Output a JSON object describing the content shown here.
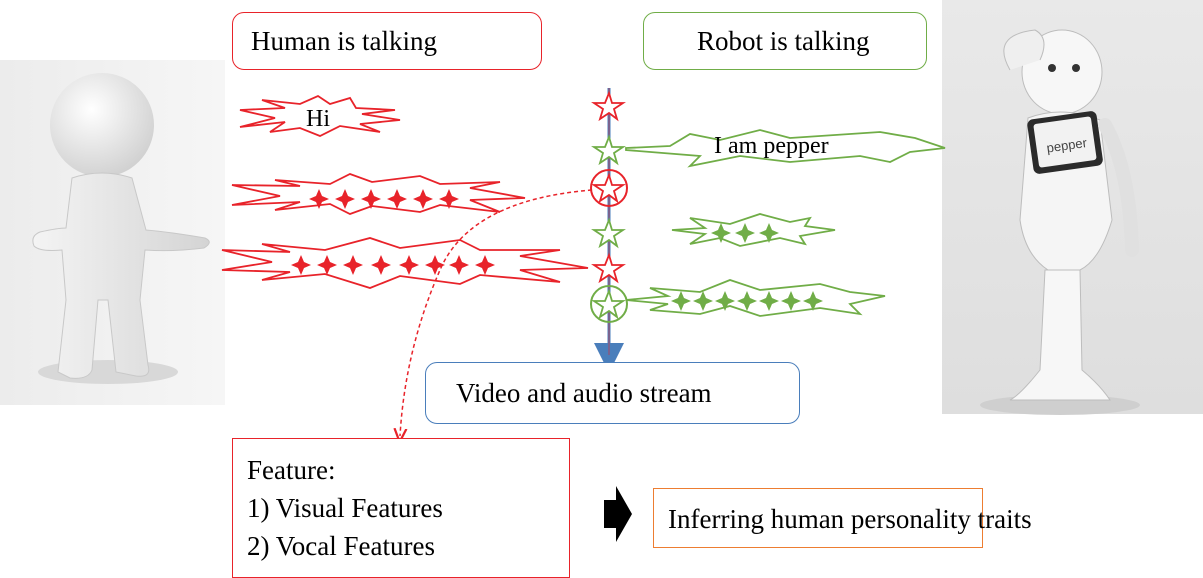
{
  "labels": {
    "human_talking": "Human is talking",
    "robot_talking": "Robot is talking",
    "stream": "Video and audio stream",
    "infer": "Inferring human personality traits"
  },
  "speech": {
    "human_hi": "Hi",
    "robot_intro": "I am pepper"
  },
  "feature_box": {
    "title": "Feature:",
    "items": [
      "1) Visual Features",
      "2) Vocal Features"
    ]
  },
  "robot_screen_text": "pepper",
  "colors": {
    "human": "#e8232a",
    "robot": "#70ad47",
    "stream": "#4a7ebb",
    "infer": "#ed7d31"
  }
}
